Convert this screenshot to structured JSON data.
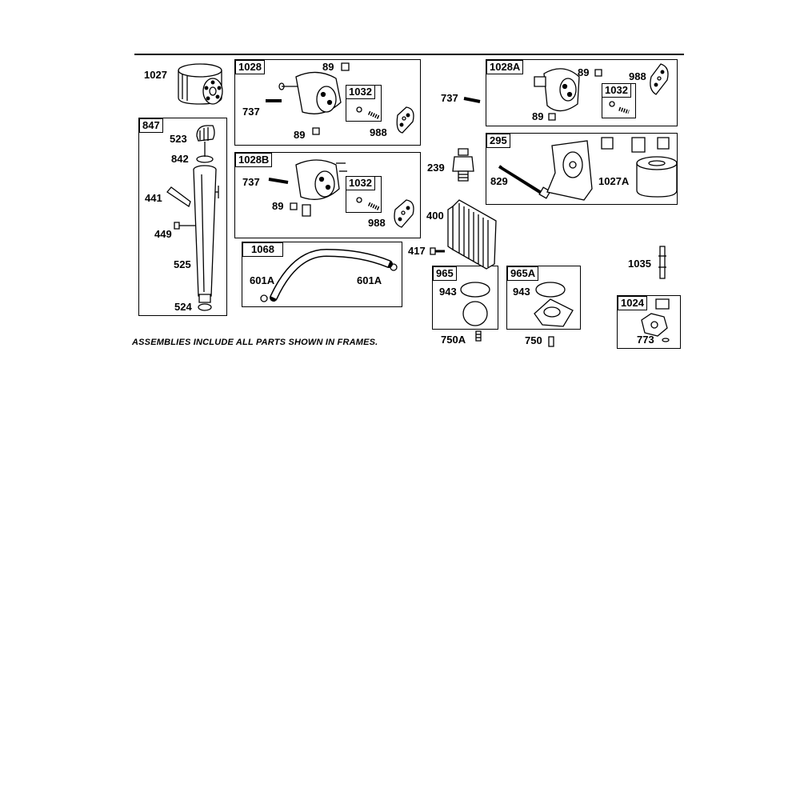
{
  "note": "ASSEMBLIES INCLUDE ALL PARTS SHOWN IN FRAMES.",
  "frames": {
    "f847": "847",
    "f1028": "1028",
    "f1028b": "1028B",
    "f1028a": "1028A",
    "f295": "295",
    "f1068": "1068",
    "f965": "965",
    "f965a": "965A",
    "f1024": "1024",
    "s1032a": "1032",
    "s1032b": "1032",
    "s1032c": "1032"
  },
  "labels": {
    "p1027": "1027",
    "p523": "523",
    "p842": "842",
    "p441": "441",
    "p449": "449",
    "p525": "525",
    "p524": "524",
    "a737": "737",
    "a89t": "89",
    "a89b": "89",
    "a988": "988",
    "b737": "737",
    "b89": "89",
    "b988": "988",
    "c737": "737",
    "c89t": "89",
    "c89b": "89",
    "c988": "988",
    "p239": "239",
    "p400": "400",
    "p417": "417",
    "p829": "829",
    "p1027a": "1027A",
    "h601l": "601A",
    "h601r": "601A",
    "p943a": "943",
    "p943b": "943",
    "p750a": "750A",
    "p750": "750",
    "p1035": "1035",
    "p773": "773"
  }
}
